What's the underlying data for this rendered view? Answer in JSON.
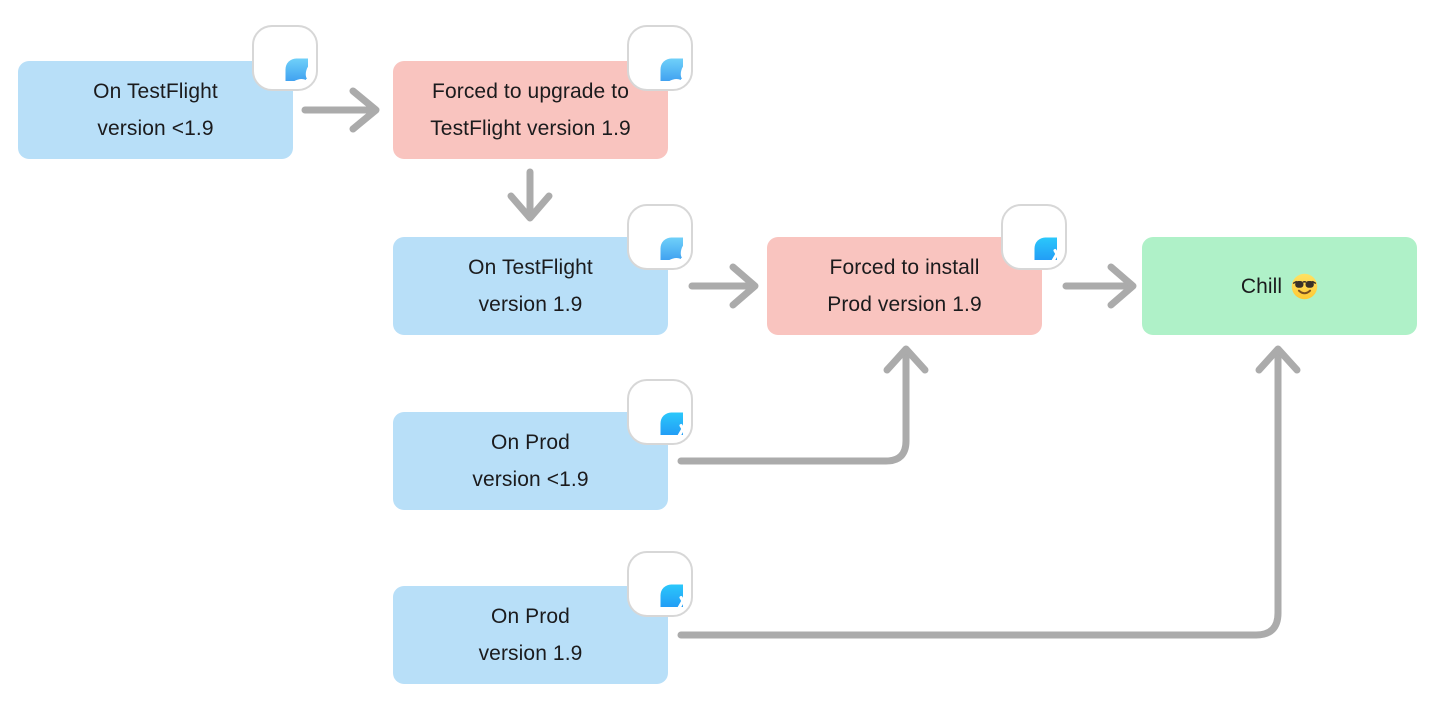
{
  "diagram": {
    "type": "flowchart",
    "nodes": [
      {
        "id": "on-testflight-lt-19",
        "line1": "On TestFlight",
        "line2": "version <1.9",
        "color": "#b8dff8",
        "icon": "testflight-app-icon"
      },
      {
        "id": "forced-upgrade-tf-19",
        "line1": "Forced to upgrade to",
        "line2": "TestFlight version 1.9",
        "color": "#f9c4bf",
        "icon": "testflight-app-icon"
      },
      {
        "id": "on-testflight-19",
        "line1": "On TestFlight",
        "line2": "version 1.9",
        "color": "#b8dff8",
        "icon": "testflight-app-icon"
      },
      {
        "id": "forced-install-prod",
        "line1": "Forced to install",
        "line2": "Prod version 1.9",
        "color": "#f9c4bf",
        "icon": "app-store-app-icon"
      },
      {
        "id": "chill",
        "label": "Chill",
        "emoji": "😎",
        "color": "#aff1c8",
        "icon": "sunglasses-emoji"
      },
      {
        "id": "on-prod-lt-19",
        "line1": "On Prod",
        "line2": "version <1.9",
        "color": "#b8dff8",
        "icon": "app-store-app-icon"
      },
      {
        "id": "on-prod-19",
        "line1": "On Prod",
        "line2": "version 1.9",
        "color": "#b8dff8",
        "icon": "app-store-app-icon"
      }
    ],
    "edges": [
      {
        "from": "on-testflight-lt-19",
        "to": "forced-upgrade-tf-19",
        "shape": "straight-right"
      },
      {
        "from": "forced-upgrade-tf-19",
        "to": "on-testflight-19",
        "shape": "straight-down"
      },
      {
        "from": "on-testflight-19",
        "to": "forced-install-prod",
        "shape": "straight-right"
      },
      {
        "from": "forced-install-prod",
        "to": "chill",
        "shape": "straight-right"
      },
      {
        "from": "on-prod-lt-19",
        "to": "forced-install-prod",
        "shape": "elbow-right-then-up"
      },
      {
        "from": "on-prod-19",
        "to": "chill",
        "shape": "elbow-right-then-up"
      }
    ],
    "colors": {
      "background": "#ffffff",
      "node_blue": "#b8dff8",
      "node_pink": "#f9c4bf",
      "node_green": "#aff1c8",
      "arrow_gray": "#ababab",
      "text": "#1b1b1d",
      "badge_border": "#d7d7d7",
      "testflight_gradient_top": "#6fd0f9",
      "testflight_gradient_bottom": "#1374e8",
      "appstore_gradient_top": "#2bc8fb",
      "appstore_gradient_bottom": "#1a72f0"
    }
  }
}
